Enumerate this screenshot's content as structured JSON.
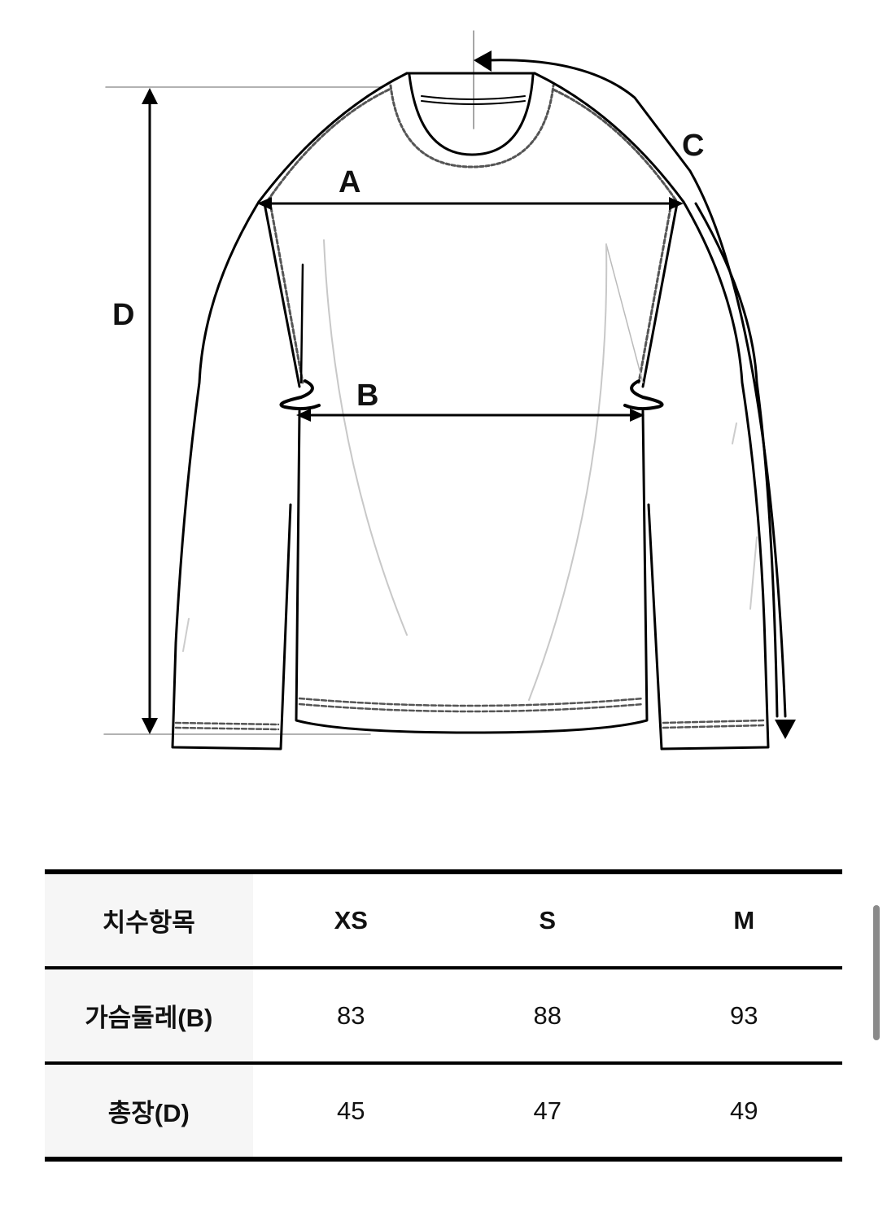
{
  "diagram": {
    "subject": "long-sleeve raglan t-shirt flat sketch",
    "labels": {
      "a": "A",
      "b": "B",
      "c": "C",
      "d": "D"
    },
    "measurements": {
      "A": "shoulder-to-shoulder width",
      "B": "chest width",
      "C": "sleeve length from collar center",
      "D": "total length"
    }
  },
  "table": {
    "header": {
      "label": "치수항목",
      "sizes": [
        "XS",
        "S",
        "M"
      ]
    },
    "rows": [
      {
        "label": "가슴둘레(B)",
        "values": [
          "83",
          "88",
          "93"
        ]
      },
      {
        "label": "총장(D)",
        "values": [
          "45",
          "47",
          "49"
        ]
      }
    ]
  },
  "colors": {
    "line": "#000000",
    "header_cell_bg": "#f6f6f6",
    "scrollbar": "#8a8a8a"
  }
}
